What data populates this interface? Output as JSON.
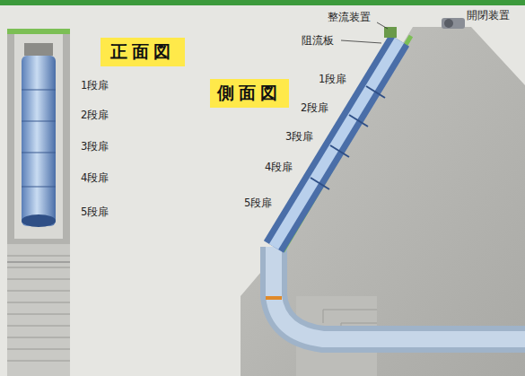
{
  "diagram": {
    "nodes": [
      {
        "text": [
          "正面図"
        ]
      },
      {
        "text": [
          "側面図"
        ]
      }
    ],
    "labels": [
      "1段扉",
      "2段扉",
      "3段扉",
      "4段扉",
      "5段扉",
      "整流装置",
      "開閉装置",
      "阻流板",
      "1段扉",
      "2段扉",
      "3段扉",
      "4段扉",
      "5段扉"
    ]
  }
}
